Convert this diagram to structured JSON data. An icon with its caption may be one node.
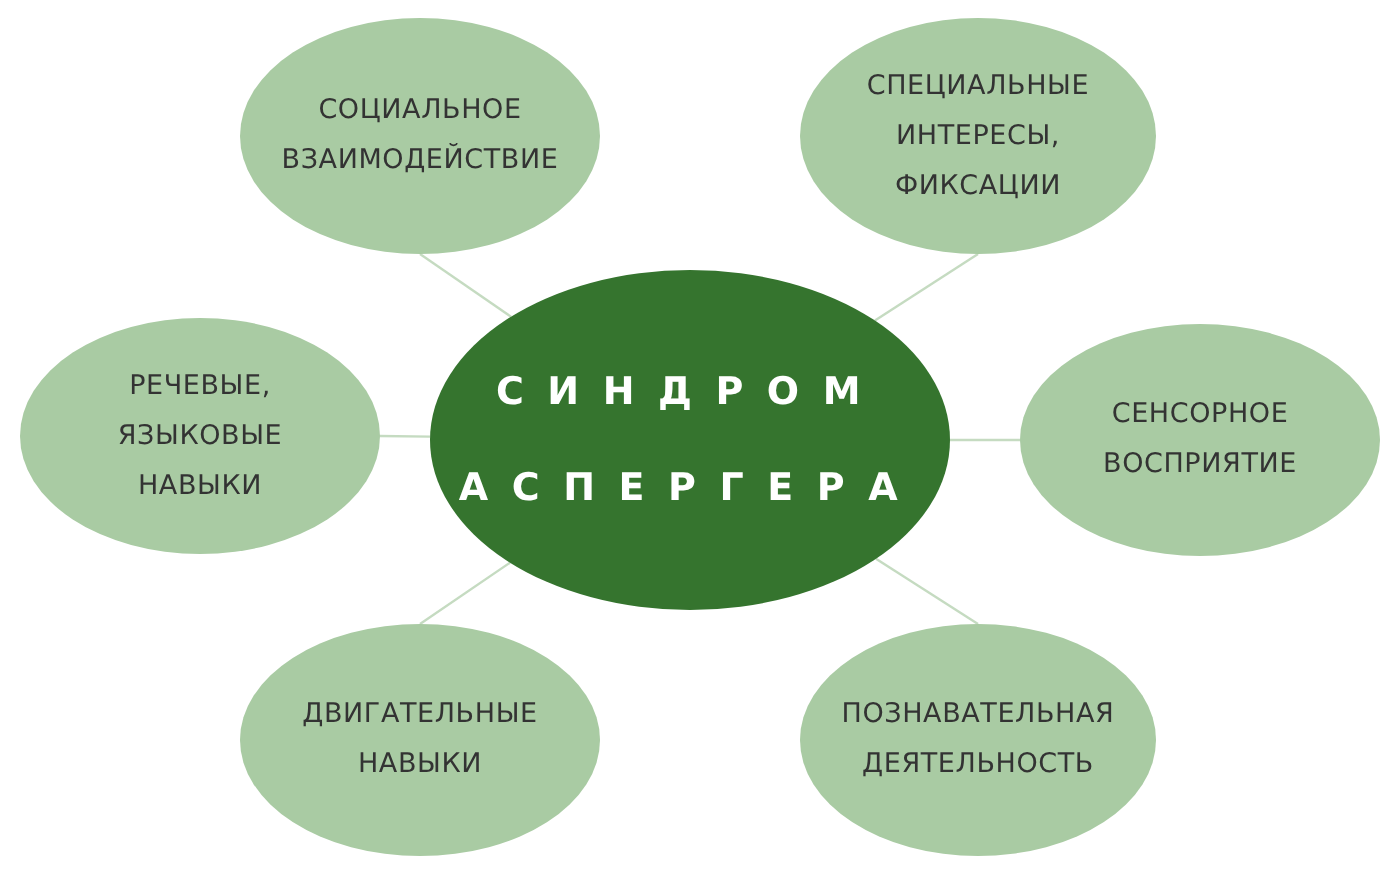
{
  "diagram": {
    "nodes": [
      {
        "text": [
          "СИНДРОМ АСПЕРГЕРА"
        ]
      },
      {
        "text": [
          "СОЦИАЛЬНОЕ ВЗАИМОДЕЙСТВИЕ"
        ]
      },
      {
        "text": [
          "СПЕЦИАЛЬНЫЕ ИНТЕРЕСЫ, ФИКСАЦИИ"
        ]
      },
      {
        "text": [
          "РЕЧЕВЫЕ, ЯЗЫКОВЫЕ НАВЫКИ"
        ]
      },
      {
        "text": [
          "СЕНСОРНОЕ ВОСПРИЯТИЕ"
        ]
      },
      {
        "text": [
          "ДВИГАТЕЛЬНЫЕ НАВЫКИ"
        ]
      },
      {
        "text": [
          "ПОЗНАВАТЕЛЬНАЯ ДЕЯТЕЛЬНОСТЬ"
        ]
      }
    ],
    "edges": [
      {
        "from": 0,
        "to": 1,
        "arrow": "none"
      },
      {
        "from": 0,
        "to": 2,
        "arrow": "none"
      },
      {
        "from": 0,
        "to": 3,
        "arrow": "none"
      },
      {
        "from": 0,
        "to": 4,
        "arrow": "none"
      },
      {
        "from": 0,
        "to": 5,
        "arrow": "none"
      },
      {
        "from": 0,
        "to": 6,
        "arrow": "none"
      }
    ]
  }
}
